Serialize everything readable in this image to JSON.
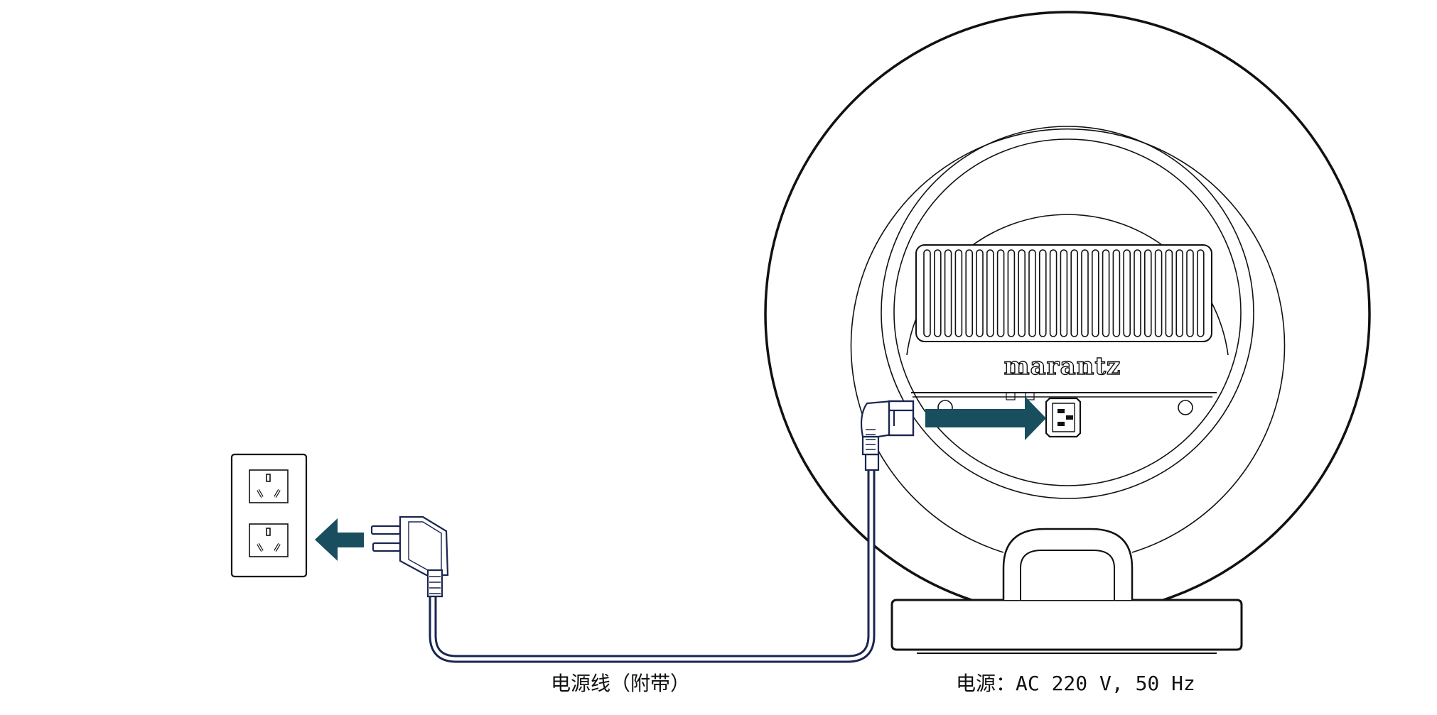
{
  "diagram": {
    "brand_logo_text": "marantz",
    "cord_caption": "电源线（附带）",
    "power_caption": "电源：AC 220 V, 50 Hz"
  },
  "colors": {
    "arrow": "#184e5e",
    "cord": "#1a2550",
    "line": "#111111",
    "background": "#ffffff"
  },
  "icons": {
    "left_arrow": "arrow-left-icon",
    "right_arrow": "arrow-right-icon",
    "wall_outlet": "wall-outlet-icon",
    "plug": "power-plug-icon",
    "ac_inlet": "ac-inlet-icon"
  }
}
